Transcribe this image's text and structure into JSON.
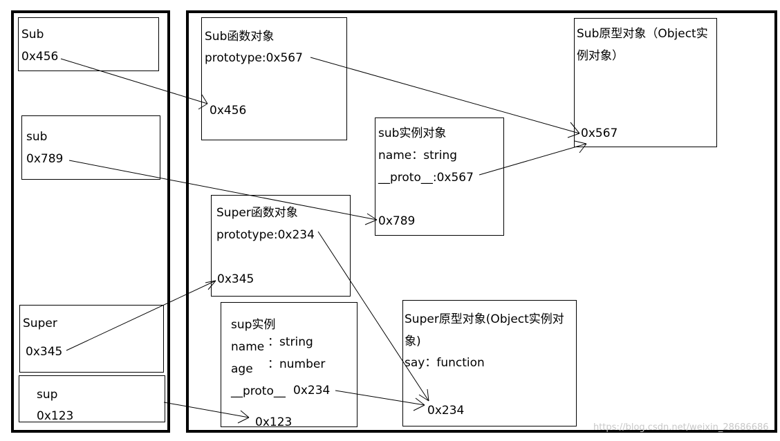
{
  "stack": {
    "sub_fn": {
      "name": "Sub",
      "addr": "0x456"
    },
    "sub_obj": {
      "name": "sub",
      "addr": "0x789"
    },
    "super_fn": {
      "name": "Super",
      "addr": "0x345"
    },
    "sup_obj": {
      "name": "sup",
      "addr": "0x123"
    }
  },
  "heap": {
    "sub_function": {
      "title": "Sub函数对象",
      "prototype": "prototype:0x567",
      "addr": "0x456"
    },
    "sub_prototype": {
      "title": "Sub原型对象（Object实例对象）",
      "addr": "0x567"
    },
    "sub_instance": {
      "title": "sub实例对象",
      "name": "name：string",
      "proto": "__proto__:0x567",
      "addr": "0x789"
    },
    "super_function": {
      "title": "Super函数对象",
      "prototype": "prototype:0x234",
      "addr": "0x345"
    },
    "sup_instance": {
      "title": "sup实例",
      "name_key": "name",
      "name_val": "：string",
      "age_key": "age",
      "age_val": "：number",
      "proto_key": "__proto__",
      "proto_val": "0x234",
      "addr": "0x123"
    },
    "super_prototype": {
      "title": "Super原型对象(Object实例对象)",
      "say": "say：function",
      "addr": "0x234"
    }
  },
  "watermark": "https://blog.csdn.net/weixin_28686686"
}
